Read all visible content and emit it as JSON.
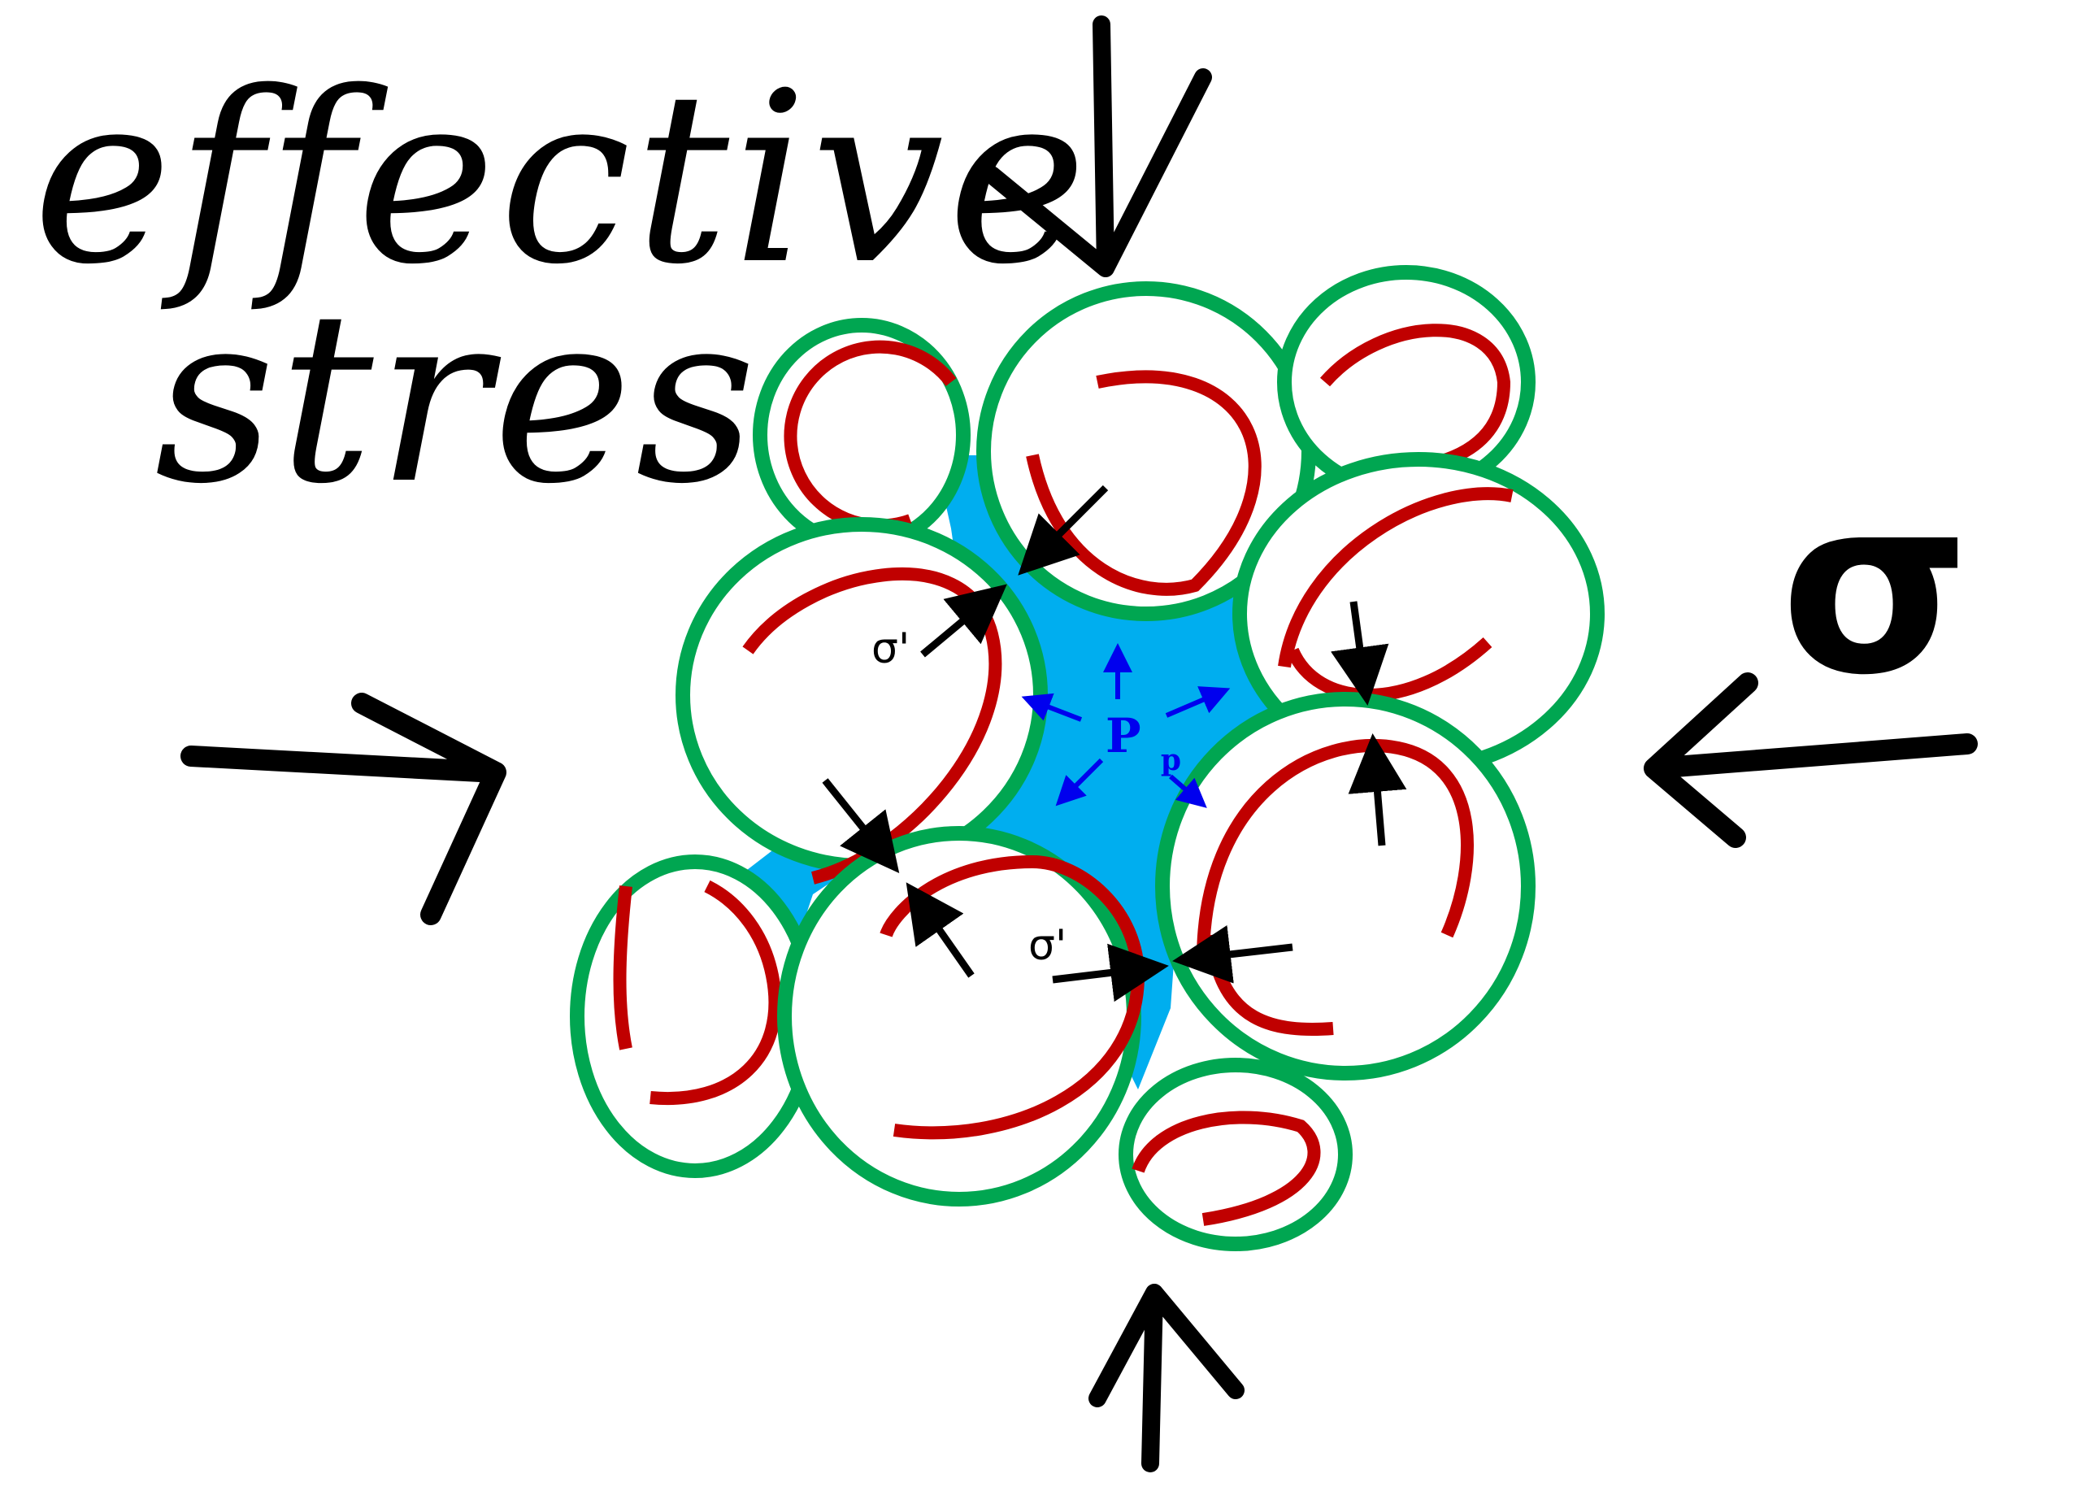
{
  "title_line1": "effective",
  "title_line2": "stress",
  "total_stress_symbol": "σ",
  "effective_stress_label": "σ'",
  "pore_pressure_main": "P",
  "pore_pressure_sub": "p",
  "colors": {
    "pore_fluid": "#00aeef",
    "grain_outline": "#00a651",
    "grain_inner": "#c00000",
    "ink": "#000000",
    "pressure_arrows": "#0000ee"
  }
}
